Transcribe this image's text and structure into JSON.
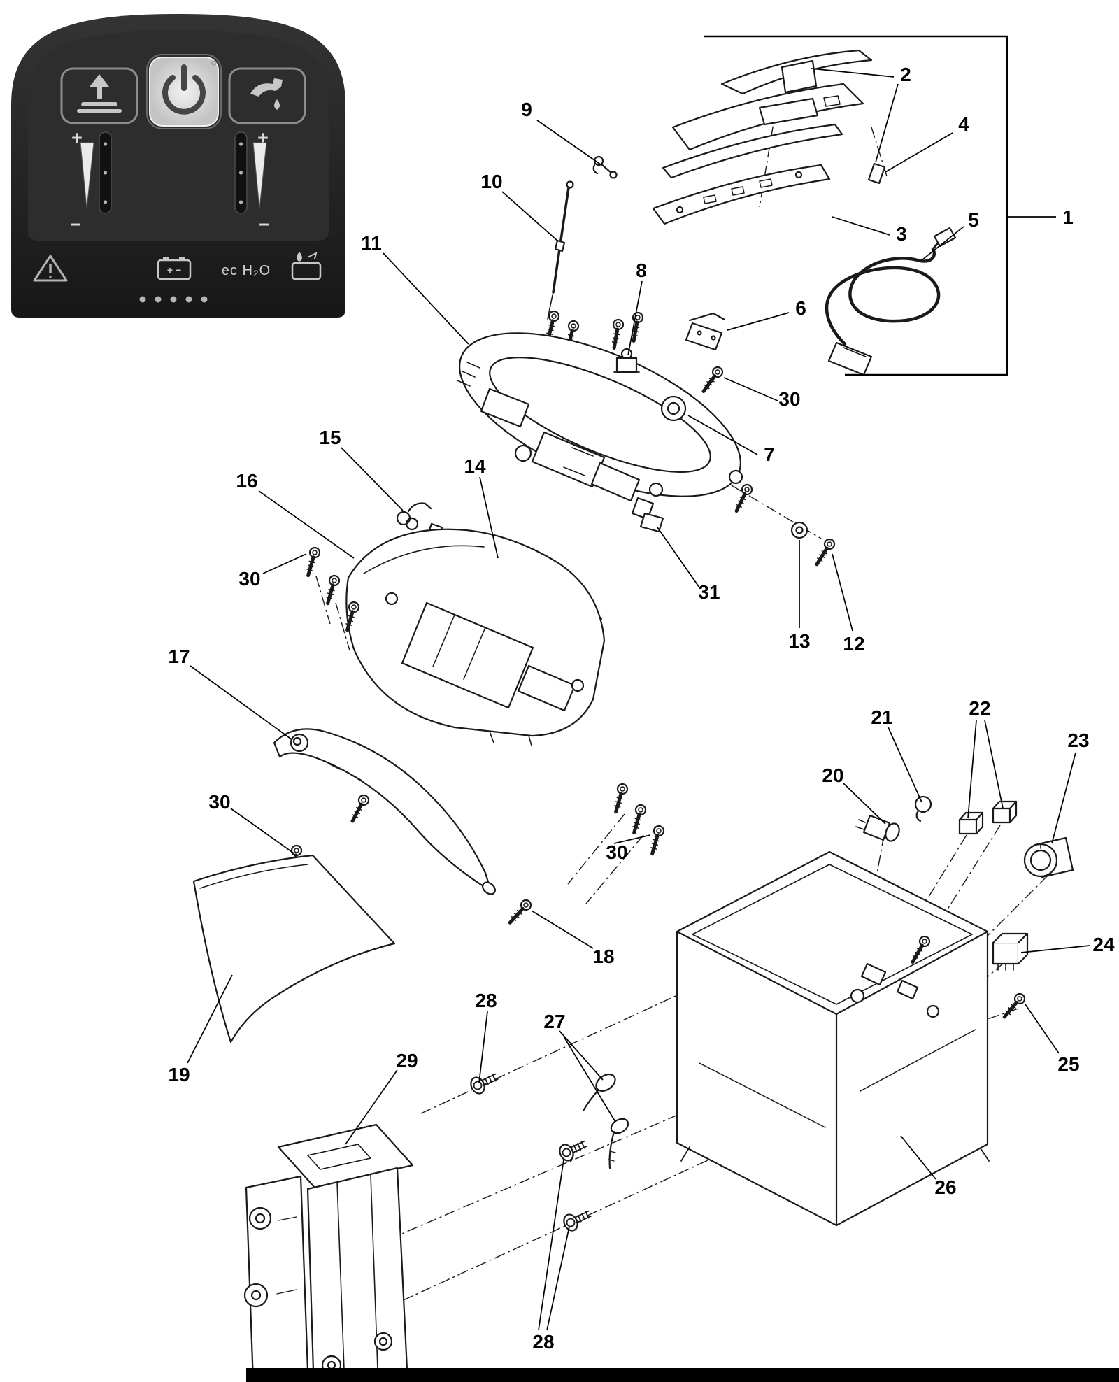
{
  "control_panel": {
    "brand_text": "ec H₂O",
    "plus_label": "+",
    "minus_label": "−",
    "battery_terminals_label": "+ −",
    "indicator_dots": 5,
    "icons": [
      "squeegee-lift-icon",
      "power-icon",
      "water-flow-icon",
      "warning-triangle-icon",
      "battery-icon",
      "battery-fluid-icon"
    ],
    "colors": {
      "panel_dark": "#1d1d1d",
      "panel_inner": "#2d2d2d",
      "icon_gray": "#c7c7c7",
      "power_button_face": "#d9d9d9",
      "power_symbol": "#454545",
      "needle_white": "#eaeaea"
    }
  },
  "diagram": {
    "line_color": "#1a1a1a",
    "callouts": {
      "n1": "1",
      "n2": "2",
      "n3": "3",
      "n4": "4",
      "n5": "5",
      "n6": "6",
      "n7": "7",
      "n8": "8",
      "n9": "9",
      "n10": "10",
      "n11": "11",
      "n12": "12",
      "n13": "13",
      "n14": "14",
      "n15": "15",
      "n16": "16",
      "n17": "17",
      "n18": "18",
      "n19": "19",
      "n20": "20",
      "n21": "21",
      "n22": "22",
      "n23": "23",
      "n24": "24",
      "n25": "25",
      "n26": "26",
      "n27": "27",
      "n28": "28",
      "n29": "29",
      "n30": "30",
      "n31": "31"
    }
  }
}
